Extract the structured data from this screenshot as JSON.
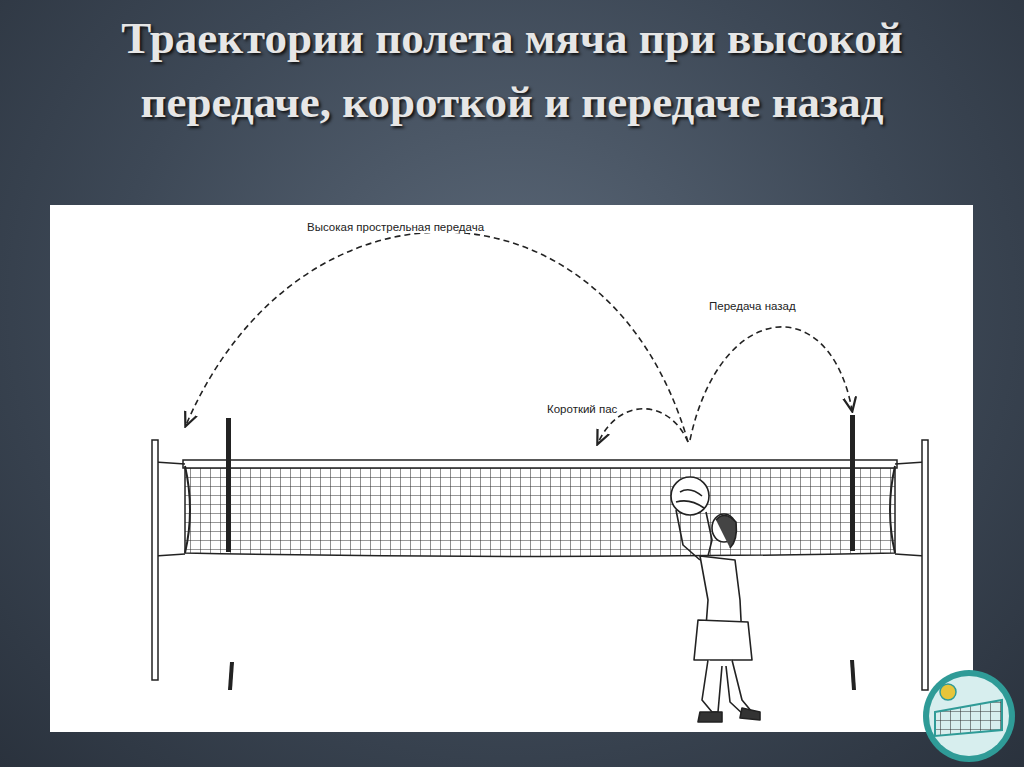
{
  "diagram": {
    "title": "Траектории полета мяча при высокой передаче, короткой и передаче назад",
    "labels": [
      "Высокая прострельная передача",
      "Передача назад",
      "Короткий пас"
    ]
  }
}
